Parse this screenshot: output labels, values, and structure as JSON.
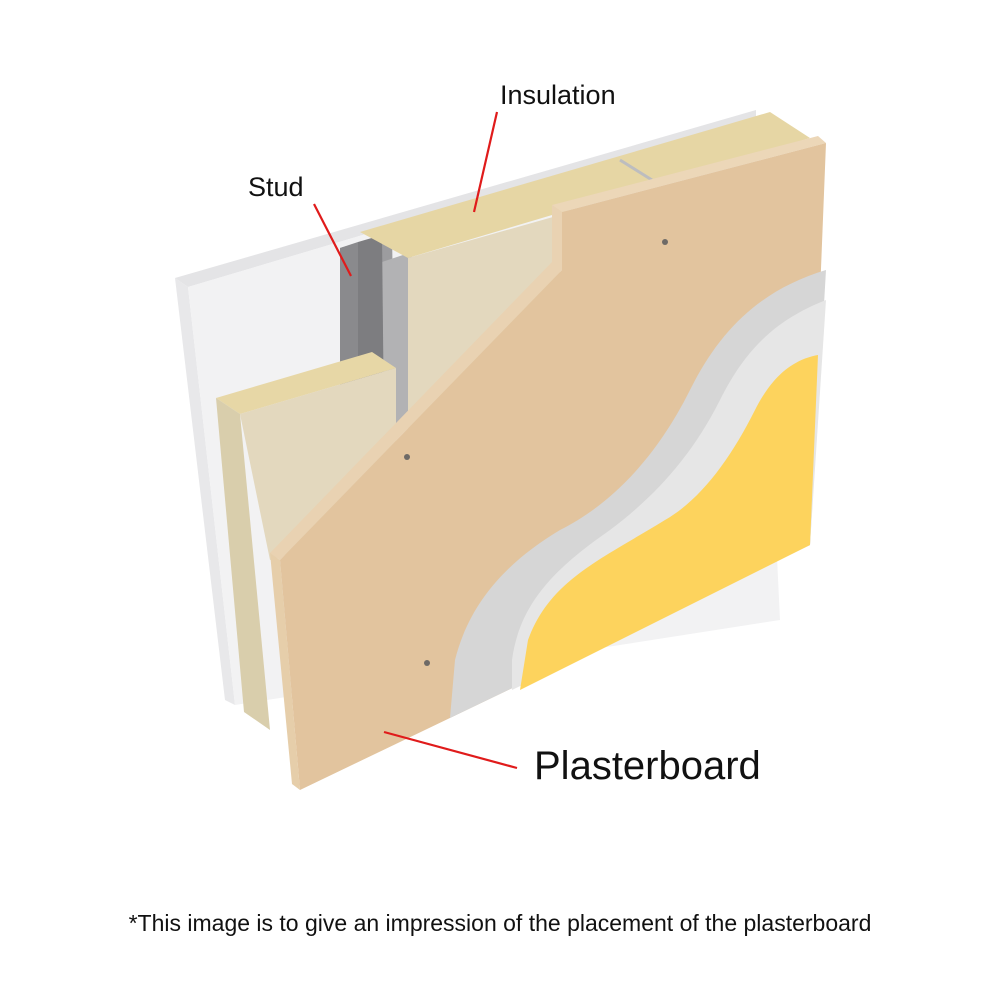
{
  "labels": {
    "insulation": "Insulation",
    "stud": "Stud",
    "plasterboard": "Plasterboard"
  },
  "footnote": "*This image is to give an impression of the placement of the plasterboard",
  "colors": {
    "background": "#ffffff",
    "back_board": "#f1f1f2",
    "back_board_edge": "#dcdcde",
    "insulation_top": "#e6d6a4",
    "insulation_face": "#e3d8be",
    "insulation_side": "#d8cca6",
    "stud_light": "#a9a9ab",
    "stud_dark": "#8d8d90",
    "plasterboard": "#e2c49e",
    "plasterboard_edge": "#e9d2b2",
    "skim_outer": "#d6d6d6",
    "skim_inner": "#e6e6e6",
    "paint": "#fdd35d",
    "leader_line": "#e01b1b"
  }
}
